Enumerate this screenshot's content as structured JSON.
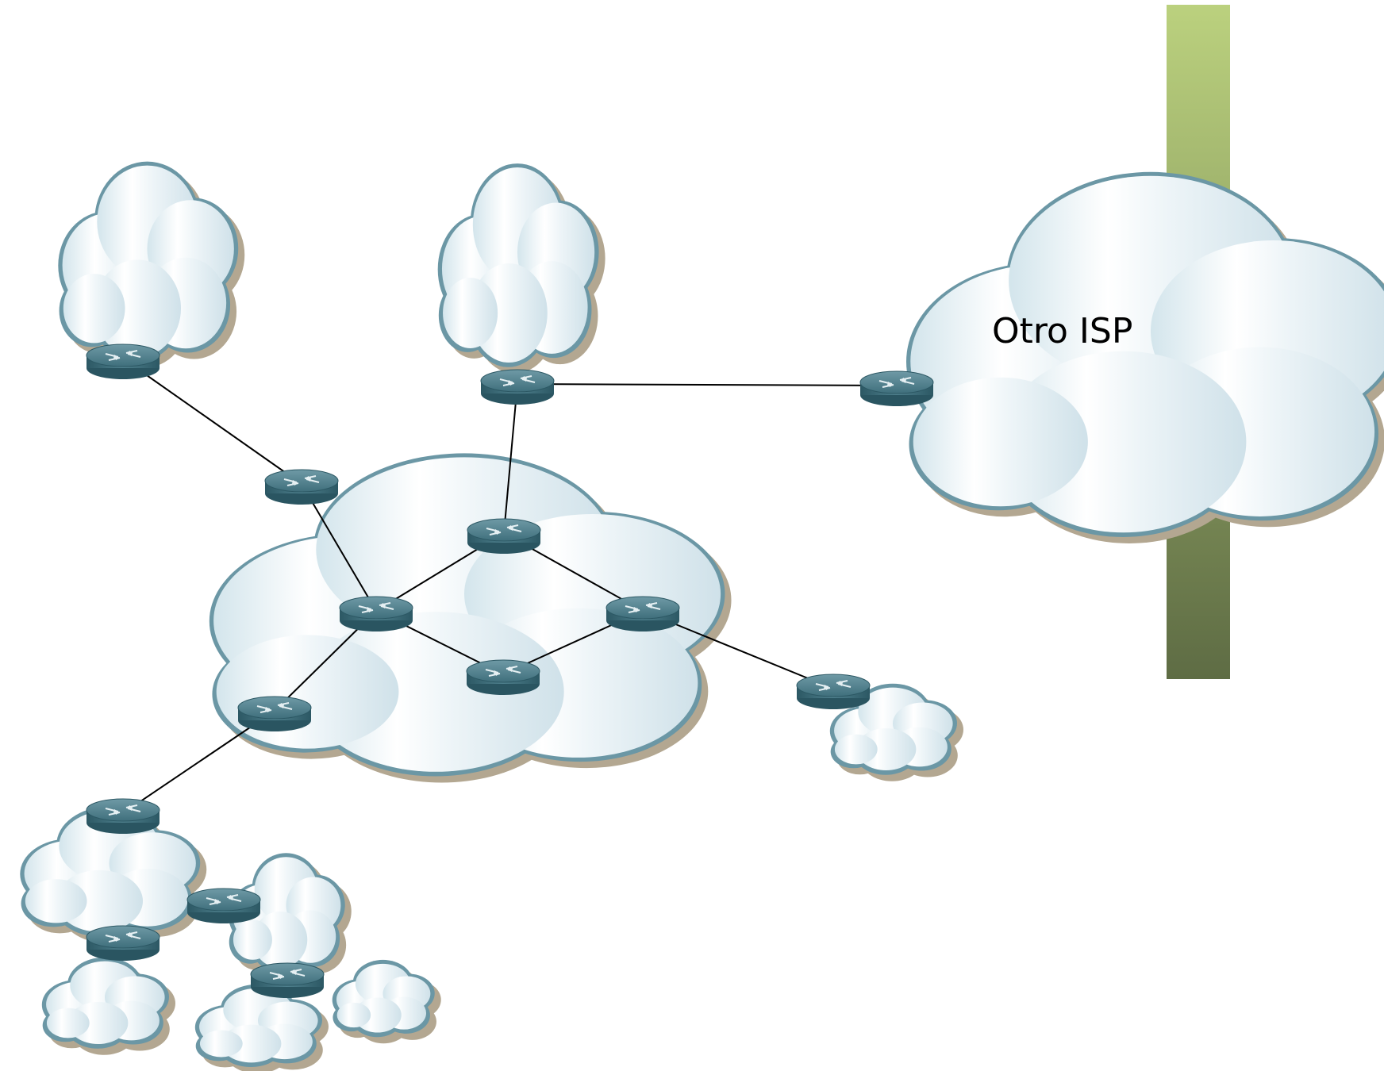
{
  "diagram": {
    "other_isp_label": "Otro ISP",
    "colors": {
      "cloud_fill_light": "#f7fbfc",
      "cloud_fill_mid": "#d7e7ee",
      "cloud_edge": "#5f8b99",
      "cloud_shadow": "#b3a791",
      "router_top": "#4a7b88",
      "router_side": "#2f5f6b",
      "link": "#000000",
      "bar_top": "#bbd17e",
      "bar_bottom": "#5e6c44"
    },
    "nodes": [
      {
        "id": "r-top-left-edge",
        "icon": "router-icon"
      },
      {
        "id": "r-top-middle-edge",
        "icon": "router-icon"
      },
      {
        "id": "r-other-isp",
        "icon": "router-icon"
      },
      {
        "id": "r-core-1",
        "icon": "router-icon"
      },
      {
        "id": "r-core-2",
        "icon": "router-icon"
      },
      {
        "id": "r-core-3",
        "icon": "router-icon"
      },
      {
        "id": "r-core-4",
        "icon": "router-icon"
      },
      {
        "id": "r-core-5",
        "icon": "router-icon"
      },
      {
        "id": "r-core-6",
        "icon": "router-icon"
      },
      {
        "id": "r-core-7",
        "icon": "router-icon"
      },
      {
        "id": "r-small-cloud-edge",
        "icon": "router-icon"
      },
      {
        "id": "r-bottom-1",
        "icon": "router-icon"
      },
      {
        "id": "r-bottom-2",
        "icon": "router-icon"
      },
      {
        "id": "r-bottom-3",
        "icon": "router-icon"
      },
      {
        "id": "r-bottom-4",
        "icon": "router-icon"
      }
    ],
    "links": [
      {
        "from": "r-top-left-edge",
        "to": "r-core-1"
      },
      {
        "from": "r-top-middle-edge",
        "to": "r-core-2"
      },
      {
        "from": "r-top-middle-edge",
        "to": "r-other-isp"
      },
      {
        "from": "r-core-1",
        "to": "r-core-3"
      },
      {
        "from": "r-core-2",
        "to": "r-core-3"
      },
      {
        "from": "r-core-2",
        "to": "r-core-4"
      },
      {
        "from": "r-core-3",
        "to": "r-core-5"
      },
      {
        "from": "r-core-5",
        "to": "r-core-4"
      },
      {
        "from": "r-core-3",
        "to": "r-core-6"
      },
      {
        "from": "r-core-4",
        "to": "r-small-cloud-edge"
      },
      {
        "from": "r-core-6",
        "to": "r-bottom-1"
      }
    ]
  }
}
